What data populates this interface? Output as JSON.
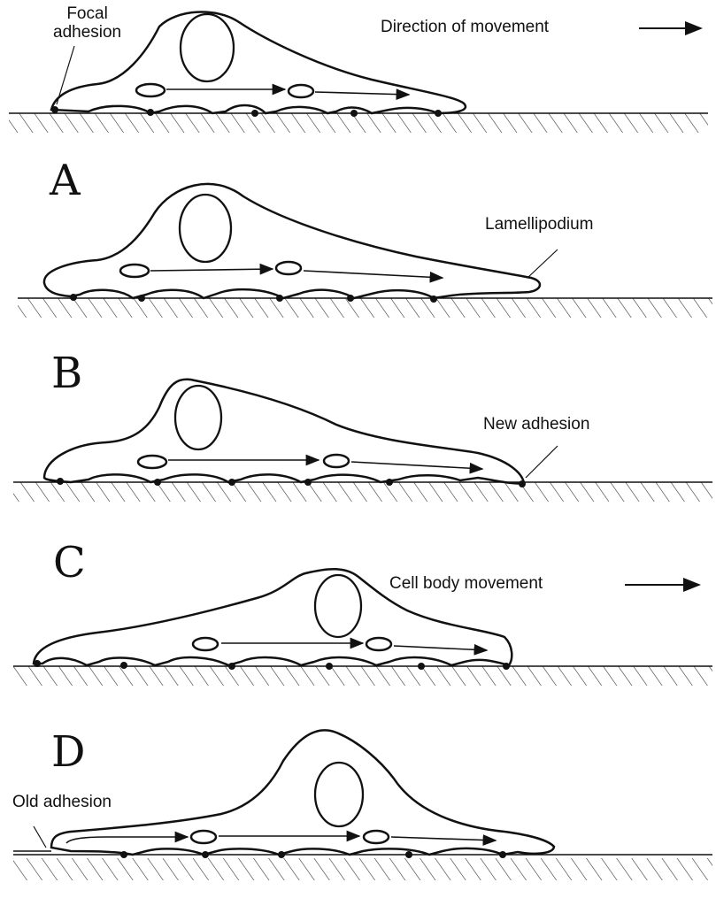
{
  "labels": {
    "focal_adhesion": "Focal\nadhesion",
    "direction": "Direction of movement",
    "lamellipodium": "Lamellipodium",
    "new_adhesion": "New adhesion",
    "cell_body_movement": "Cell body movement",
    "old_adhesion": "Old adhesion"
  },
  "steps": [
    "A",
    "B",
    "C",
    "D"
  ],
  "colors": {
    "ink": "#111111",
    "background": "#ffffff"
  }
}
